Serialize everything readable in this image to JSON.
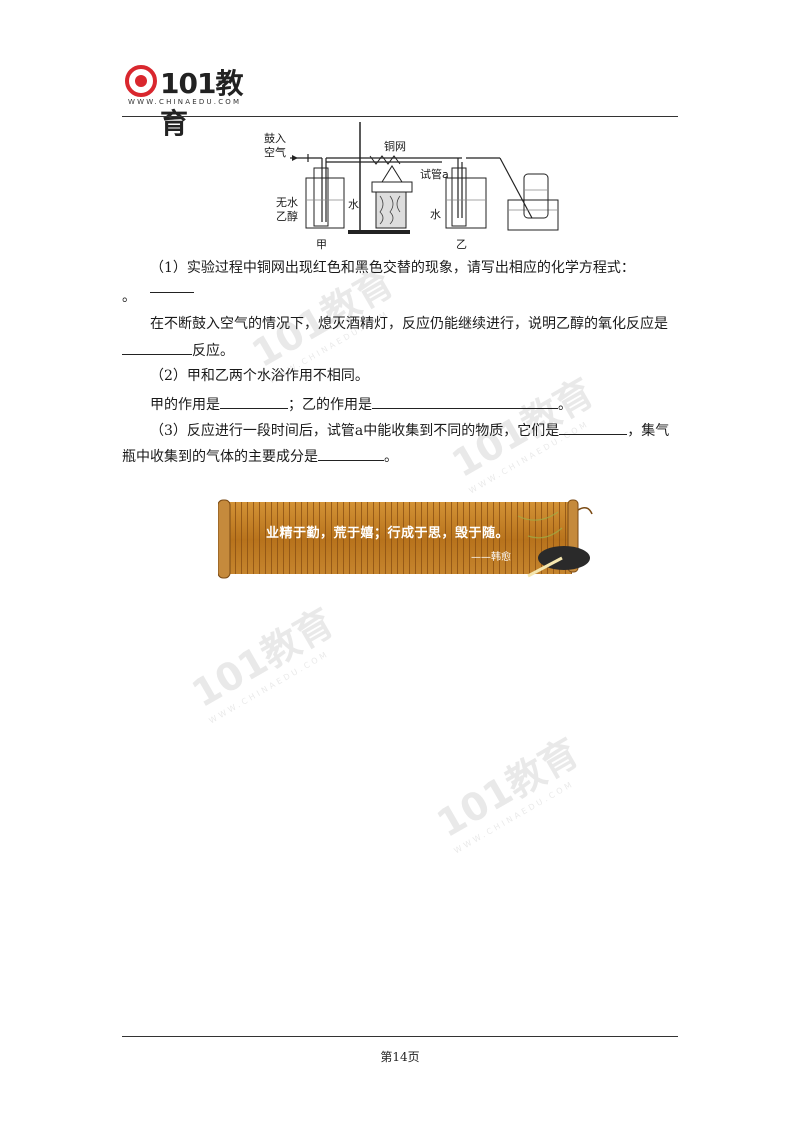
{
  "header": {
    "logo_text": "101教育",
    "logo_sub": "WWW.CHINAEDU.COM"
  },
  "figure": {
    "label_air_line1": "鼓入",
    "label_air_line2": "空气",
    "label_copper": "铜网",
    "label_ethanol_line1": "无水",
    "label_ethanol_line2": "乙醇",
    "label_water_left": "水",
    "label_tube_a": "试管a",
    "label_water_right": "水",
    "label_jia": "甲",
    "label_yi": "乙"
  },
  "content": {
    "q1_text": "（1）实验过程中铜网出现红色和黑色交替的现象，请写出相应的化学方程式：",
    "q1_end": "。",
    "q1b_text": "在不断鼓入空气的情况下，熄灭酒精灯，反应仍能继续进行，说明乙醇的氧化反应是",
    "q1b_end": "反应。",
    "q2_text": "（2）甲和乙两个水浴作用不相同。",
    "q2b_prefix": "甲的作用是",
    "q2b_mid": "；乙的作用是",
    "q2b_end": "。",
    "q3_text": "（3）反应进行一段时间后，试管a中能收集到不同的物质，它们是",
    "q3_mid": "，集气",
    "q3b_prefix": "瓶中收集到的气体的主要成分是",
    "q3b_end": "。"
  },
  "banner": {
    "quote": "业精于勤，荒于嬉；行成于思，毁于随。",
    "author": "——韩愈"
  },
  "footer": {
    "page": "第14页"
  }
}
